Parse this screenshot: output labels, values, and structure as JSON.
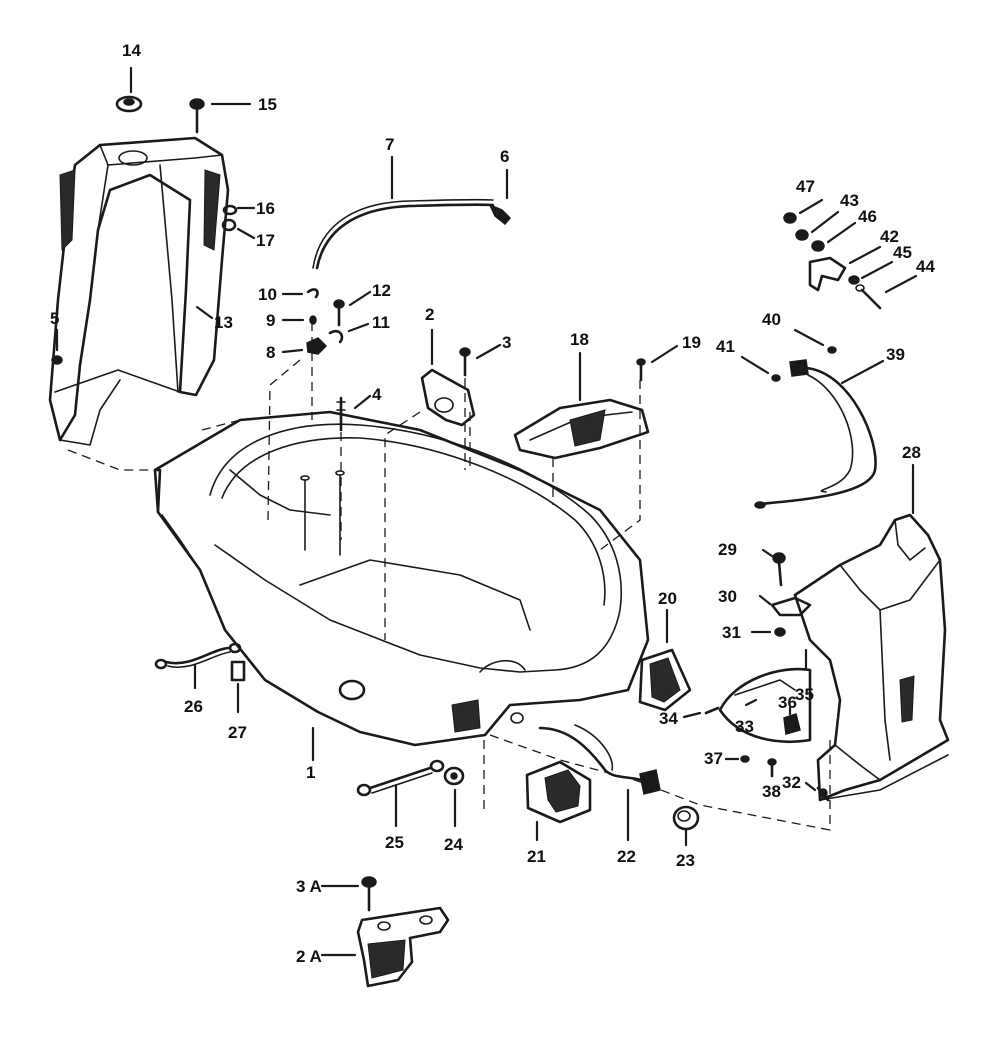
{
  "colors": {
    "ink": "#1a1a1a",
    "paper": "#ffffff"
  },
  "callouts": [
    {
      "id": "c1",
      "text": "1"
    },
    {
      "id": "c2",
      "text": "2"
    },
    {
      "id": "c2a",
      "text": "2 A"
    },
    {
      "id": "c3",
      "text": "3"
    },
    {
      "id": "c3a",
      "text": "3 A"
    },
    {
      "id": "c4",
      "text": "4"
    },
    {
      "id": "c5",
      "text": "5"
    },
    {
      "id": "c6",
      "text": "6"
    },
    {
      "id": "c7",
      "text": "7"
    },
    {
      "id": "c8",
      "text": "8"
    },
    {
      "id": "c9",
      "text": "9"
    },
    {
      "id": "c10",
      "text": "10"
    },
    {
      "id": "c11",
      "text": "11"
    },
    {
      "id": "c12",
      "text": "12"
    },
    {
      "id": "c13",
      "text": "13"
    },
    {
      "id": "c14",
      "text": "14"
    },
    {
      "id": "c15",
      "text": "15"
    },
    {
      "id": "c16",
      "text": "16"
    },
    {
      "id": "c17",
      "text": "17"
    },
    {
      "id": "c18",
      "text": "18"
    },
    {
      "id": "c19",
      "text": "19"
    },
    {
      "id": "c20",
      "text": "20"
    },
    {
      "id": "c21",
      "text": "21"
    },
    {
      "id": "c22",
      "text": "22"
    },
    {
      "id": "c23",
      "text": "23"
    },
    {
      "id": "c24",
      "text": "24"
    },
    {
      "id": "c25",
      "text": "25"
    },
    {
      "id": "c26",
      "text": "26"
    },
    {
      "id": "c27",
      "text": "27"
    },
    {
      "id": "c28",
      "text": "28"
    },
    {
      "id": "c29",
      "text": "29"
    },
    {
      "id": "c30",
      "text": "30"
    },
    {
      "id": "c31",
      "text": "31"
    },
    {
      "id": "c32",
      "text": "32"
    },
    {
      "id": "c33",
      "text": "33"
    },
    {
      "id": "c34",
      "text": "34"
    },
    {
      "id": "c35",
      "text": "35"
    },
    {
      "id": "c36",
      "text": "36"
    },
    {
      "id": "c37",
      "text": "37"
    },
    {
      "id": "c38",
      "text": "38"
    },
    {
      "id": "c39",
      "text": "39"
    },
    {
      "id": "c40",
      "text": "40"
    },
    {
      "id": "c41",
      "text": "41"
    },
    {
      "id": "c42",
      "text": "42"
    },
    {
      "id": "c43",
      "text": "43"
    },
    {
      "id": "c44",
      "text": "44"
    },
    {
      "id": "c45",
      "text": "45"
    },
    {
      "id": "c46",
      "text": "46"
    },
    {
      "id": "c47",
      "text": "47"
    }
  ]
}
